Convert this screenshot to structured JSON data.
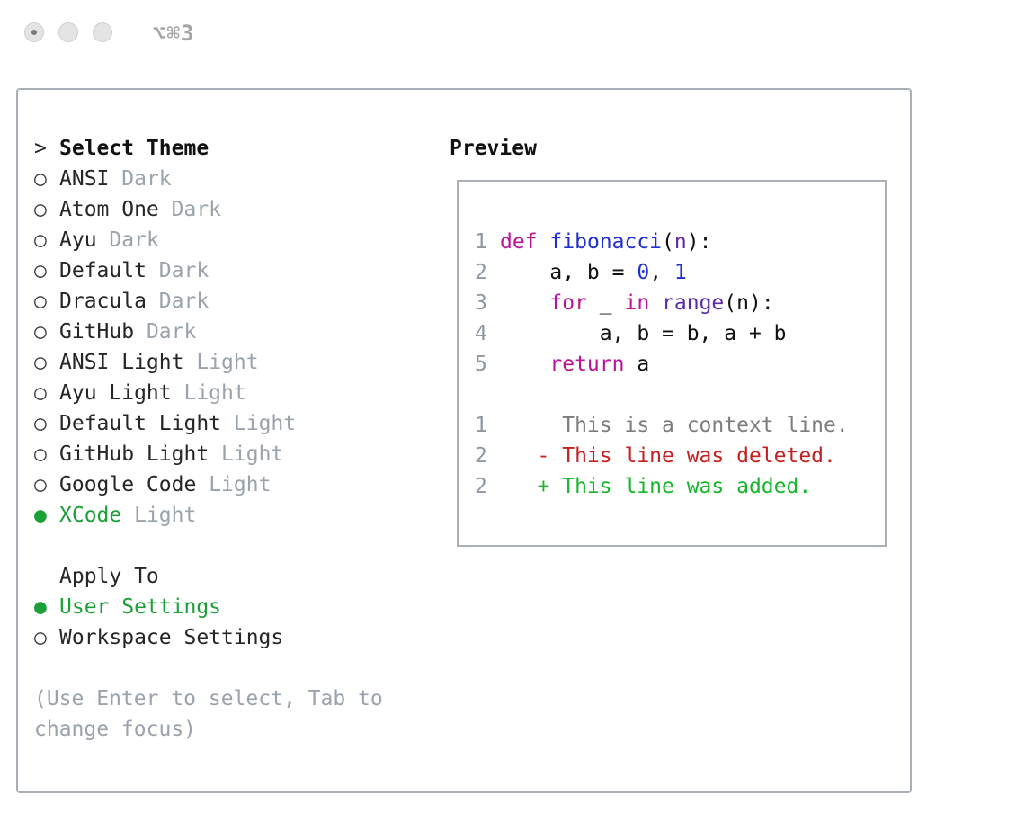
{
  "window": {
    "shortcut": "⌥⌘3"
  },
  "theme_selector": {
    "heading": "Select Theme",
    "caret": ">",
    "selected_index": 11,
    "themes": [
      {
        "name": "ANSI",
        "variant": "Dark"
      },
      {
        "name": "Atom One",
        "variant": "Dark"
      },
      {
        "name": "Ayu",
        "variant": "Dark"
      },
      {
        "name": "Default",
        "variant": "Dark"
      },
      {
        "name": "Dracula",
        "variant": "Dark"
      },
      {
        "name": "GitHub",
        "variant": "Dark"
      },
      {
        "name": "ANSI Light",
        "variant": "Light"
      },
      {
        "name": "Ayu Light",
        "variant": "Light"
      },
      {
        "name": "Default Light",
        "variant": "Light"
      },
      {
        "name": "GitHub Light",
        "variant": "Light"
      },
      {
        "name": "Google Code",
        "variant": "Light"
      },
      {
        "name": "XCode",
        "variant": "Light"
      }
    ]
  },
  "apply_to": {
    "heading": "Apply To",
    "selected_index": 0,
    "options": [
      "User Settings",
      "Workspace Settings"
    ]
  },
  "help_text": "(Use Enter to select, Tab to change focus)",
  "preview": {
    "title": "Preview",
    "code_lines": [
      {
        "n": "1",
        "tokens": [
          {
            "t": "def",
            "c": "kw"
          },
          {
            "t": " "
          },
          {
            "t": "fibonacci",
            "c": "fn"
          },
          {
            "t": "("
          },
          {
            "t": "n",
            "c": "bi"
          },
          {
            "t": "):"
          }
        ]
      },
      {
        "n": "2",
        "tokens": [
          {
            "t": "    a, b = "
          },
          {
            "t": "0",
            "c": "num"
          },
          {
            "t": ", "
          },
          {
            "t": "1",
            "c": "num"
          }
        ]
      },
      {
        "n": "3",
        "tokens": [
          {
            "t": "    "
          },
          {
            "t": "for",
            "c": "kw"
          },
          {
            "t": " _ "
          },
          {
            "t": "in",
            "c": "kw"
          },
          {
            "t": " "
          },
          {
            "t": "range",
            "c": "bi"
          },
          {
            "t": "(n):"
          }
        ]
      },
      {
        "n": "4",
        "tokens": [
          {
            "t": "        a, b = b, a + b"
          }
        ]
      },
      {
        "n": "5",
        "tokens": [
          {
            "t": "    "
          },
          {
            "t": "return",
            "c": "kw"
          },
          {
            "t": " a"
          }
        ]
      }
    ],
    "diff_lines": [
      {
        "n": "1",
        "text": "     This is a context line.",
        "c": "ctx"
      },
      {
        "n": "2",
        "text": "   - This line was deleted.",
        "c": "del"
      },
      {
        "n": "2",
        "text": "   + This line was added.",
        "c": "add"
      }
    ]
  },
  "colors": {
    "selected": "#1aa036",
    "muted": "#9aa3ac",
    "border": "#a9b0b8",
    "keyword": "#b8139a",
    "function": "#1f2fd0",
    "deleted": "#c62020",
    "added": "#17b52c"
  }
}
